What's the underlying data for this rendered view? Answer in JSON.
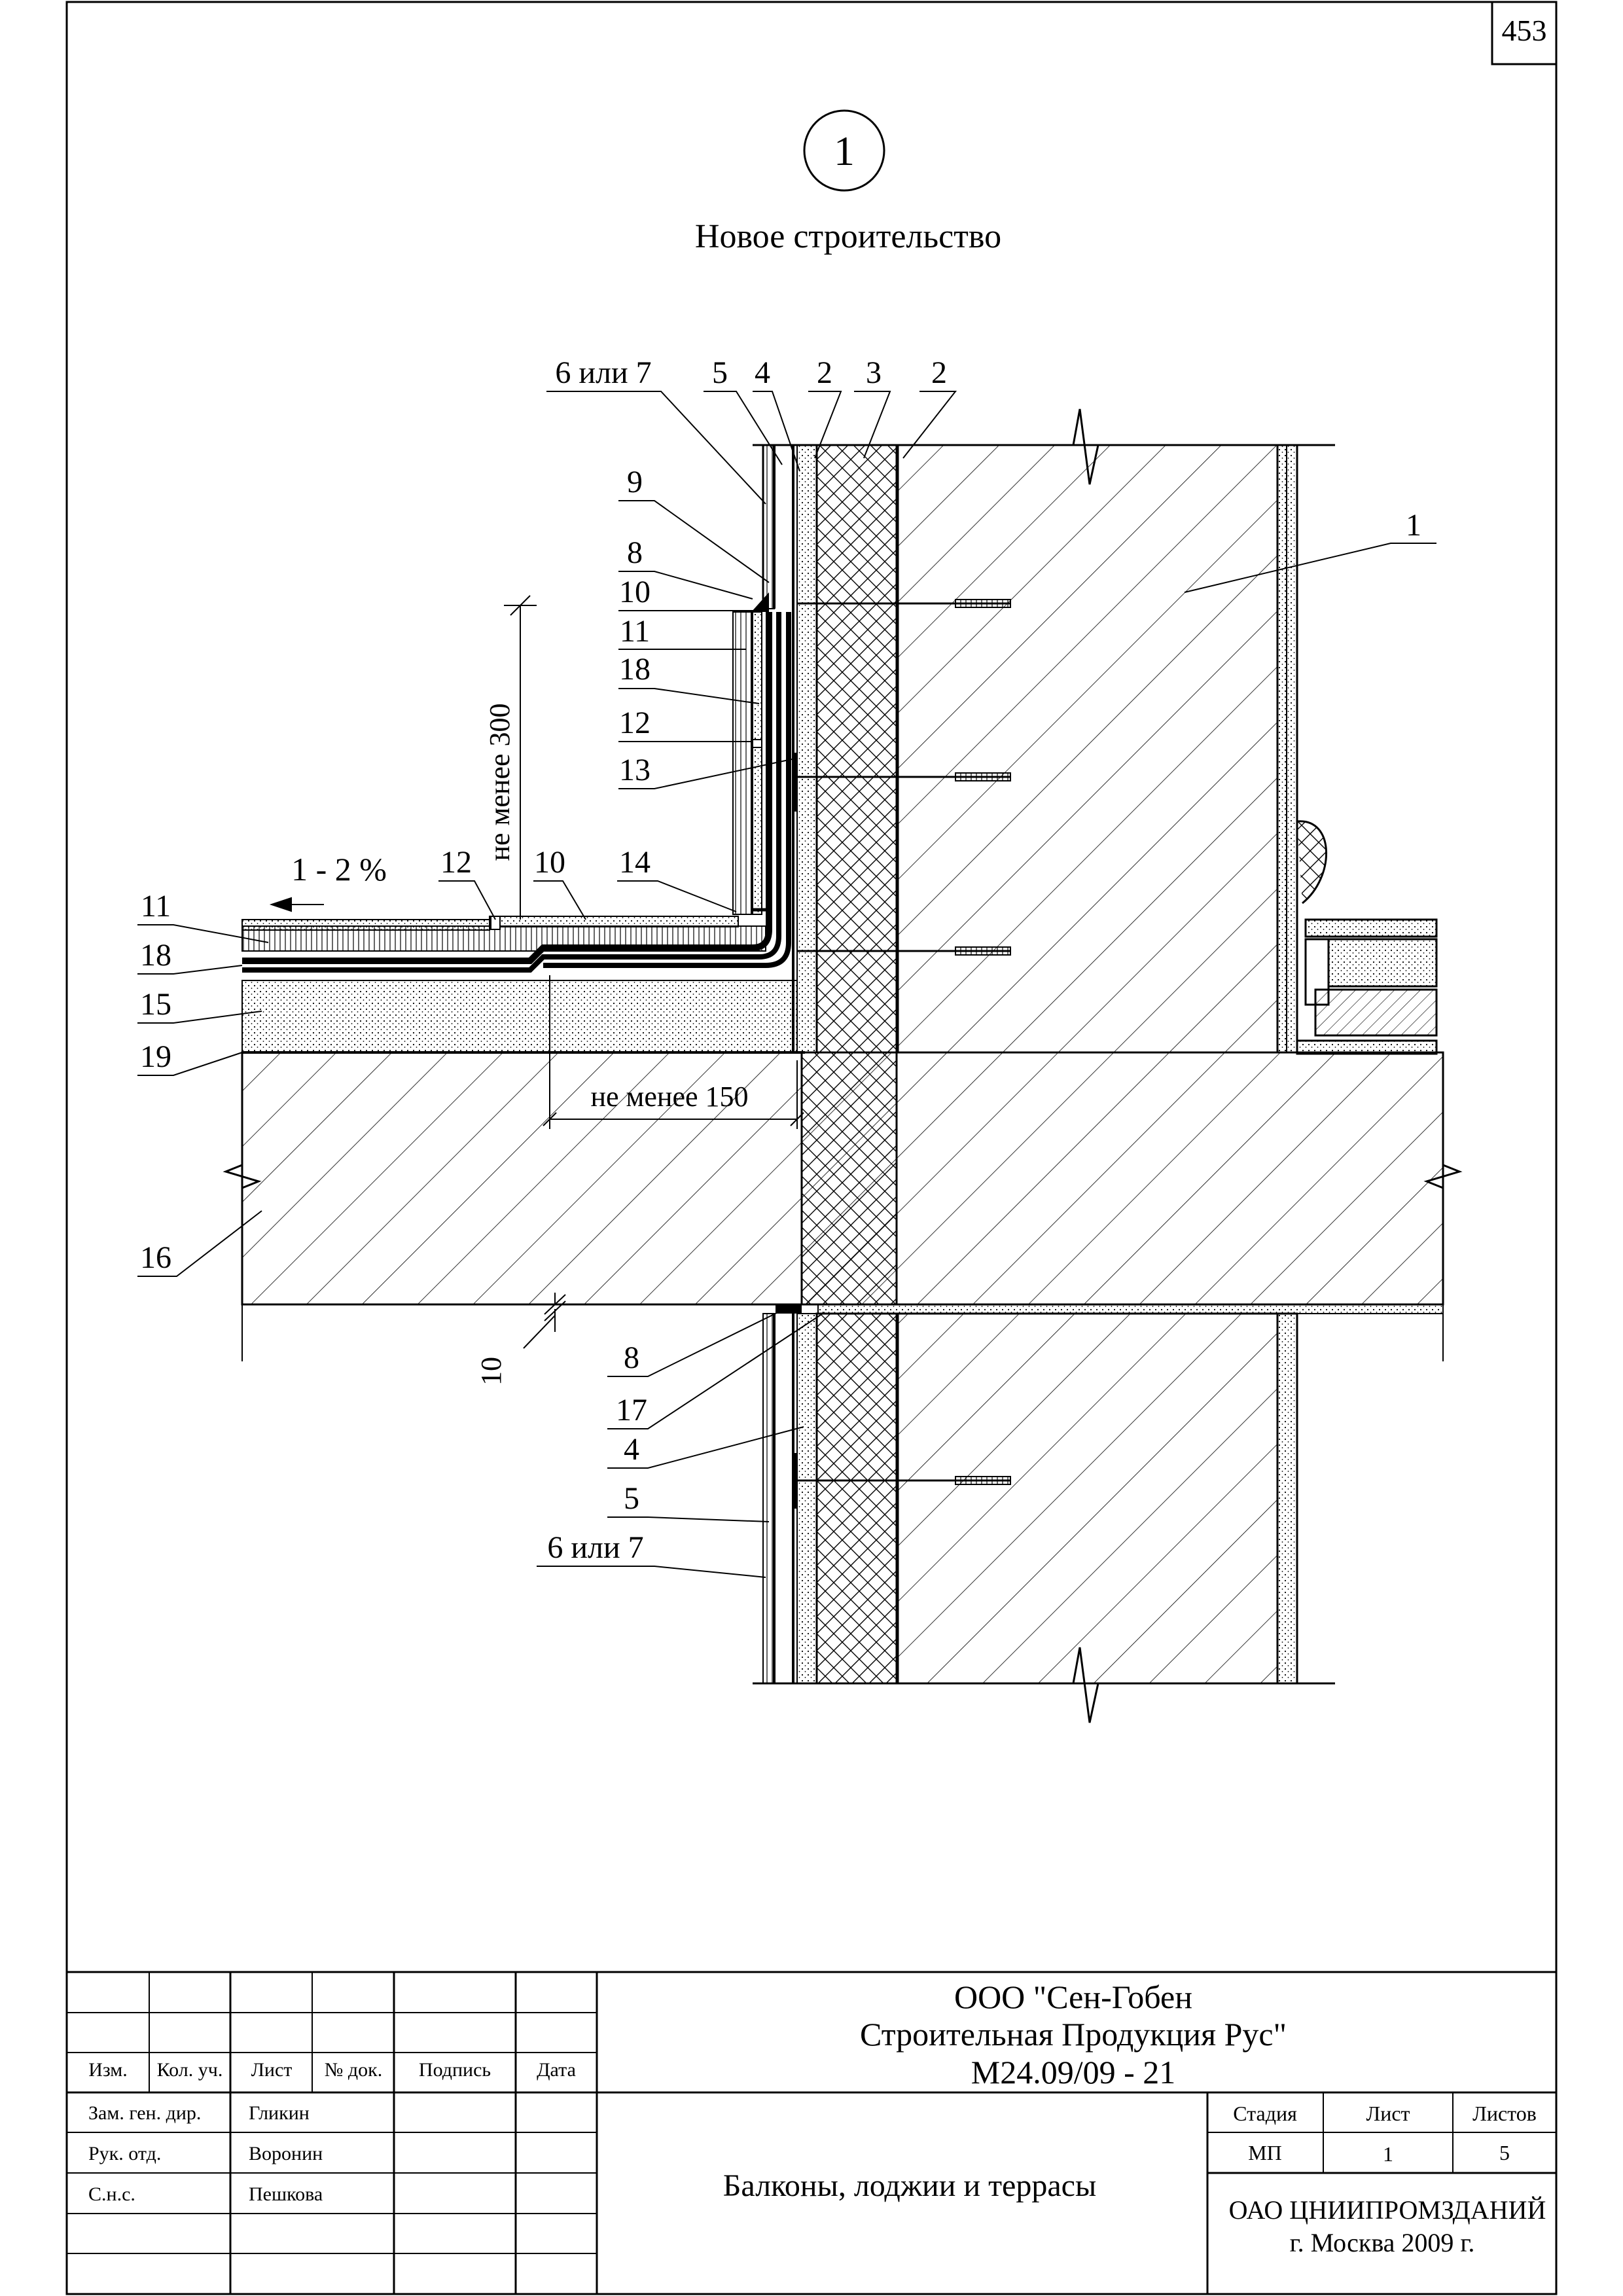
{
  "sheet_number": "453",
  "detail": {
    "number": "1",
    "title": "Новое строительство"
  },
  "callouts": {
    "top": [
      "6 или 7",
      "5",
      "4",
      "2",
      "3",
      "2"
    ],
    "wall": "1",
    "left_upper": [
      "9",
      "8",
      "10",
      "11",
      "18",
      "12",
      "13"
    ],
    "slope_row": [
      "12",
      "10",
      "14"
    ],
    "left_floor": [
      "11",
      "18",
      "15",
      "19"
    ],
    "slab": "16",
    "gap": "10",
    "left_lower": [
      "8",
      "17",
      "4",
      "5",
      "6 или 7"
    ]
  },
  "dimensions": {
    "vertical": "не менее 300",
    "horizontal": "не менее 150",
    "slope": "1 - 2 %"
  },
  "title_block": {
    "company_line1": "ООО \"Сен-Гобен",
    "company_line2": "Строительная Продукция Рус\"",
    "doc_code": "М24.09/09 - 21",
    "columns": [
      "Изм.",
      "Кол. уч.",
      "Лист",
      "№ док.",
      "Подпись",
      "Дата"
    ],
    "roles": [
      {
        "role": "Зам. ген. дир.",
        "name": "Гликин"
      },
      {
        "role": "Рук. отд.",
        "name": "Воронин"
      },
      {
        "role": "С.н.с.",
        "name": "Пешкова"
      }
    ],
    "sheet_title": "Балконы, лоджии и террасы",
    "stage_headers": [
      "Стадия",
      "Лист",
      "Листов"
    ],
    "stage_values": [
      "МП",
      "1",
      "5"
    ],
    "org_line1": "ОАО ЦНИИПРОМЗДАНИЙ",
    "org_line2": "г. Москва 2009 г."
  }
}
